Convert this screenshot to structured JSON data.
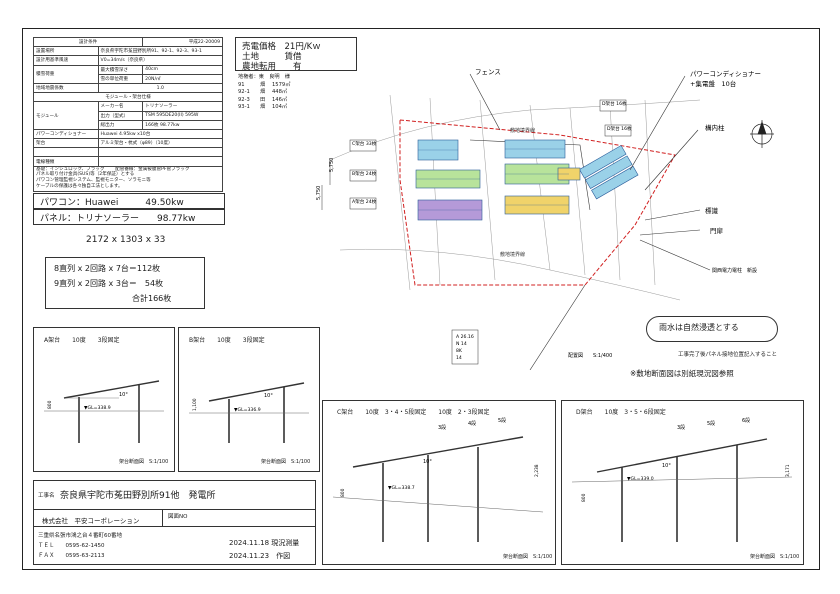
{
  "spec_table": {
    "header": "設計条件",
    "header_ref": "平成22-20009",
    "rows": [
      {
        "label": "設置場所",
        "value": "奈良県宇陀市菟田野別所91、92-1、92-3、93-1"
      },
      {
        "label": "設計用基準風速",
        "value": "V0=34m/s（奈良県）"
      },
      {
        "label": "積雪荷重",
        "value": "最大積雪深さ",
        "value2": "40cm"
      },
      {
        "label": "",
        "value": "雪の単位荷重",
        "value2": "20N/㎡"
      },
      {
        "label": "地域地震係数",
        "value": "1.0"
      },
      {
        "label": "",
        "value": "モジュール・架台仕様"
      },
      {
        "label": "モジュール",
        "value": "メーカー名",
        "value2": "トリナソーラー"
      },
      {
        "label": "",
        "value": "出力（型式）",
        "value2": "TSM 595DE20(II) 595W"
      },
      {
        "label": "",
        "value": "総出力",
        "value2": "166枚 98.77kw"
      },
      {
        "label": "パワーコンディショナー",
        "value": "Huawei 4.95kw x10台"
      },
      {
        "label": "架台",
        "value": "アルミ架台・杭式（φ89）（10度）"
      },
      {
        "label": "",
        "value": ""
      },
      {
        "label": "電線種類",
        "value": ""
      }
    ],
    "notes": [
      "基礎：インシュロック、ブラック　 　配管番線：金属被膜管PF管ブラック",
      "パネル取り付け金具(SUS)等（2年保証）とする",
      "パワコン管理監視システム、監視モニター、ソラモニ等",
      "ケーブルの保護は各々独自工法とします。"
    ]
  },
  "summary": {
    "powercon": "パワコン：Huawei　　　49.50kw",
    "panel": "パネル：トリナソーラー　　98.77kw",
    "panel_size": "2172 x 1303 x 33",
    "arrangement": [
      "8直列 x 2回路 x 7台＝112枚",
      "9直列 x 2回路 x 3台＝　54枚",
      "合計166枚"
    ]
  },
  "sale": {
    "price": "売電価格　21円/Kｗ",
    "land": "土地　　　賃借",
    "farm": "農地転用　　有",
    "lots_title": "地権者：東　良明　様",
    "lots": [
      {
        "no": "91",
        "type": "畑",
        "area": "1579㎡"
      },
      {
        "no": "92-1",
        "type": "畑",
        "area": "448㎡"
      },
      {
        "no": "92-3",
        "type": "田",
        "area": "146㎡"
      },
      {
        "no": "93-1",
        "type": "畑",
        "area": "104㎡"
      }
    ]
  },
  "plan_labels": {
    "fence": "フェンス",
    "pcs": "パワーコンディショナー",
    "pcs2": "+集電盤　10台",
    "post": "構内柱",
    "sign": "標識",
    "gate": "門扉",
    "pole": "関西電力電柱　新設",
    "boundary": "敷地境界線",
    "rain": "雨水は自然浸透とする",
    "after": "工事完了後パネル接地位置記入すること",
    "section_note": "※敷地断面図は別紙現況図参照",
    "plan_scale": "配置図　　S:1/400",
    "dim_h": "5,750",
    "dim_h2": "5,750",
    "dim_bottom": "敷地境界線",
    "a_tag": "A架台 24枚",
    "b_tag": "B架台 24枚",
    "c_tag": "C架台 33枚",
    "d_tag": "D架台 16枚",
    "b2_tag": "D架台 16枚",
    "north_mark": "N",
    "legend_box": [
      "A 26.16",
      "N 14",
      "8K",
      "14"
    ]
  },
  "sections": [
    {
      "title": "A架台　　10度　　3段固定",
      "scale": "架台断面図　S:1/100",
      "angle": "10°",
      "gl": "▼GL=338.9",
      "h": "800"
    },
    {
      "title": "B架台　　10度　　3段固定",
      "scale": "架台断面図　S:1/100",
      "angle": "10°",
      "gl": "▼GL=336.9",
      "h": "1,100"
    },
    {
      "title": "C架台　　10度　3・4・5段固定　　10度　2・3段固定",
      "scale": "架台断面図　S:1/100",
      "angle": "10°",
      "gl": "▼GL=338.7",
      "h": "800",
      "h2": "2,238",
      "top": [
        "3段",
        "4段",
        "5段"
      ]
    },
    {
      "title": "D架台　　10度　3・5・6段固定",
      "scale": "架台断面図　S:1/100",
      "angle": "10°",
      "gl": "▼GL=339.0",
      "h": "800",
      "h2": "3,171",
      "top": [
        "3段",
        "5段",
        "6段"
      ]
    }
  ],
  "title_block": {
    "project_label": "工事名",
    "project": "奈良県宇陀市菟田野別所91他　発電所",
    "company": "株式会社　平安コーポレーション",
    "drawing_no_label": "図面NO",
    "address": "三重県名張市鴻之台４番町60番地",
    "tel": "ＴＥＬ　　0595-62-1450",
    "fax": "ＦＡＸ　　0595-63-2113",
    "survey": "2024.11.18 現況測量",
    "drawn": "2024.11.23　作図"
  }
}
